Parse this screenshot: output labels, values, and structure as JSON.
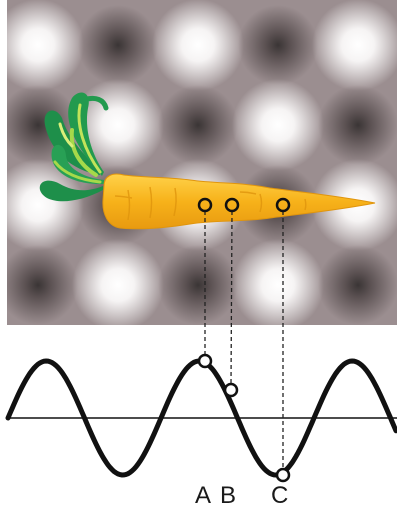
{
  "figure": {
    "points": [
      {
        "id": "A",
        "label": "A"
      },
      {
        "id": "B",
        "label": "B"
      },
      {
        "id": "C",
        "label": "C"
      }
    ]
  },
  "colors": {
    "panel_background": "#9b8e90",
    "blob_light": "#ffffff",
    "blob_dark": "#3c3c3c",
    "carrot_body": "#f7b21a",
    "carrot_leaves_dark": "#1e8f4a",
    "carrot_leaves_light": "#a6d94a",
    "wave": "#111111"
  }
}
